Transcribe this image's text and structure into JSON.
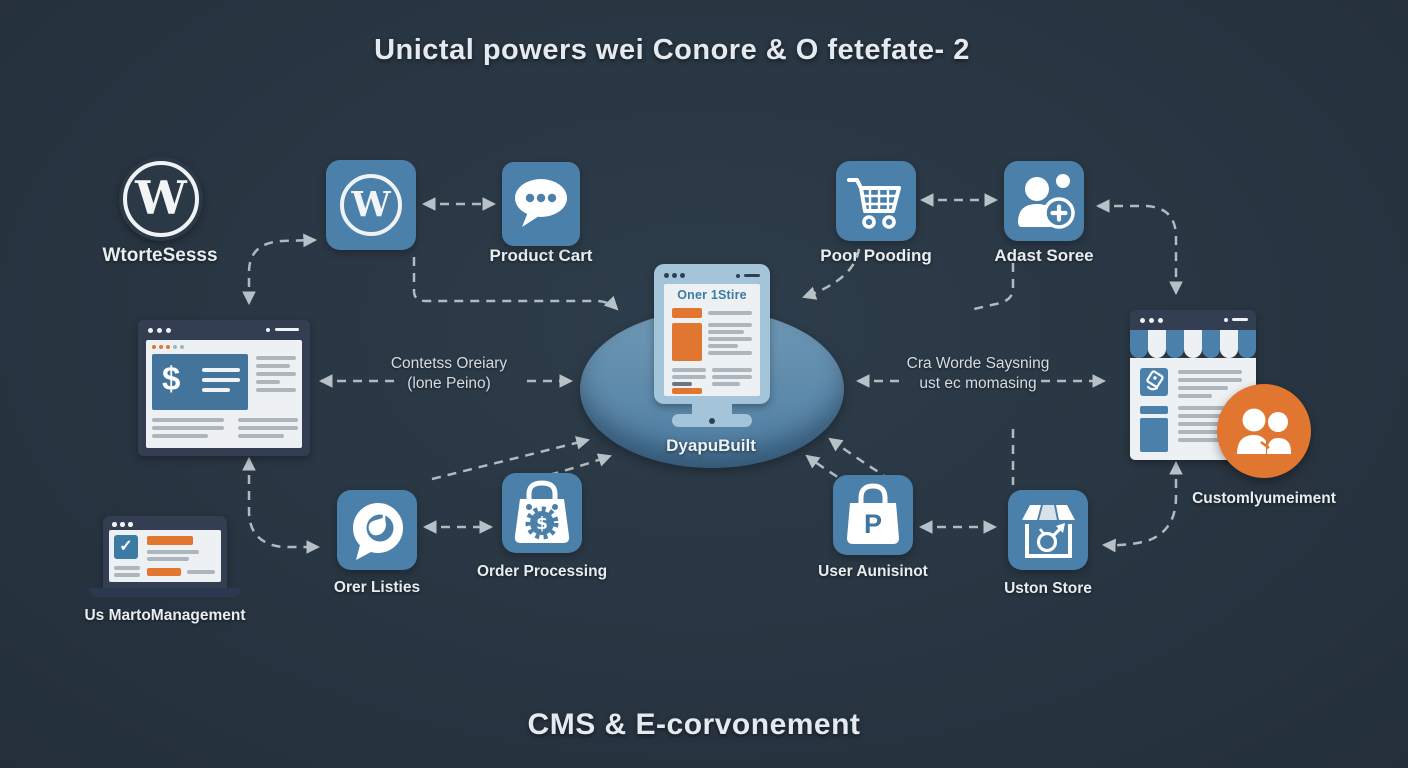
{
  "title": "Unictal powers wei Conore & O fetefate- 2",
  "footer": "CMS & E-corvonement",
  "nodes": {
    "wordpress": {
      "label": "WtorteSesss",
      "letter": "W"
    },
    "wp_square": {
      "letter": "W"
    },
    "product_cart": {
      "label": "Product Cart"
    },
    "poor_pooding": {
      "label": "Poor Pooding"
    },
    "adast_soree": {
      "label": "Adast Soree"
    },
    "monitor": {
      "dollar": "$"
    },
    "hub": {
      "label": "DyapuBuilt",
      "screen_title": "Oner 1Stire"
    },
    "storefront": {
      "label": "Customlyumeiment"
    },
    "laptop": {
      "label": "Us MartoManagement",
      "check": "✓"
    },
    "orer_listies": {
      "label": "Orer Listies"
    },
    "order_processing": {
      "label": "Order Processing",
      "dollar": "$"
    },
    "user_aunisinot": {
      "label": "User Aunisinot",
      "letter": "P"
    },
    "uston_store": {
      "label": "Uston Store"
    }
  },
  "annotations": {
    "left_line1": "Contetss Oreiary",
    "left_line2": "(lone Peino)",
    "right_line1": "Cra Worde Saysning",
    "right_line2": "ust ec momasing"
  },
  "colors": {
    "background": "#26323e",
    "node_blue": "#4a80aa",
    "accent_orange": "#e0762f",
    "frame_navy": "#333e52",
    "ellipse_blue": "#5d89aa",
    "arrow": "#c0c8cf"
  }
}
